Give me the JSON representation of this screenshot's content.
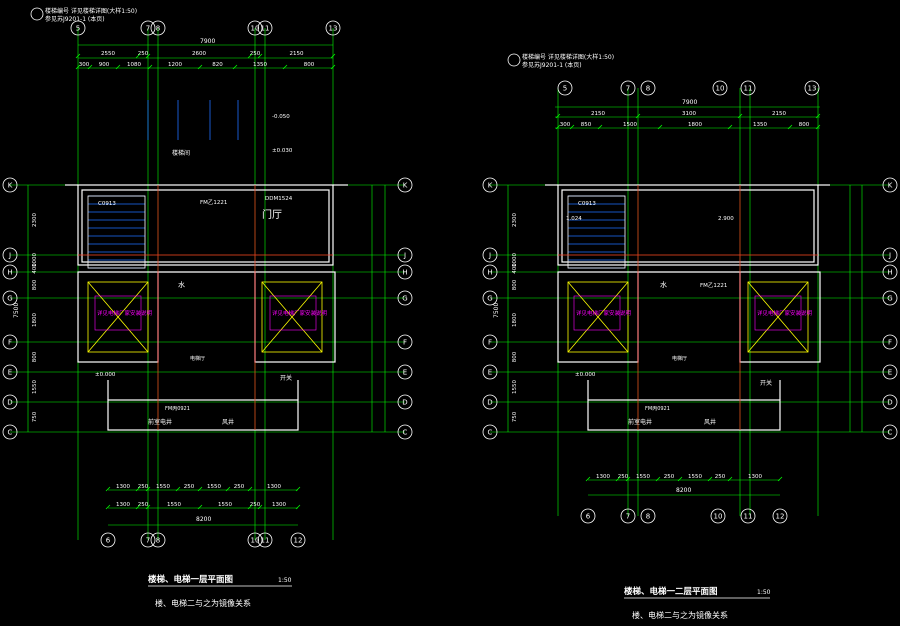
{
  "colors": {
    "background": "#000000",
    "axis": "#00ff00",
    "dim": "#ffffff",
    "wall": "#ffffff",
    "stairs": "#1e6fff",
    "accent": "#00ffff",
    "red": "#ff2020",
    "magenta": "#ff00ff",
    "yellow": "#ffff00"
  },
  "left": {
    "note1": "楼梯编号  详见楼梯详图(大样1:50)",
    "note2": "参见苏J9201-1 (本页)",
    "top_axes": [
      "5",
      "7",
      "8",
      "10",
      "11",
      "13"
    ],
    "bottom_axes": [
      "6",
      "7",
      "8",
      "10",
      "11",
      "12"
    ],
    "side_axes": [
      "K",
      "J",
      "H",
      "G",
      "F",
      "E",
      "D",
      "C"
    ],
    "total_top": "7900",
    "total_bottom": "8200",
    "dims_top_1": [
      "2550",
      "250",
      "2600",
      "250",
      "2150"
    ],
    "dims_top_2": [
      "300",
      "900",
      "1080",
      "1200",
      "820",
      "1350",
      "800"
    ],
    "dims_bottom_1": [
      "1300",
      "250",
      "1550",
      "250",
      "1550",
      "250",
      "1300"
    ],
    "dims_bottom_2": [
      "1300",
      "250",
      "1550",
      "1550",
      "250",
      "1300"
    ],
    "side_dims": [
      "2300",
      "1000",
      "400",
      "800",
      "1800",
      "800",
      "1550",
      "750"
    ],
    "side_total": "7500",
    "labels": {
      "hall": "门厅",
      "stair_room": "楼梯间",
      "water": "水",
      "door1": "FM乙1221",
      "door2": "DDM1524",
      "window": "C0913",
      "elev_note_l": "详见电梯厂家安装说明",
      "elev_note_r": "详见电梯厂家安装说明",
      "lobby": "电梯厅",
      "flat": "±0.000",
      "shaft1": "前室电井",
      "shaft2": "风井",
      "opening": "开关",
      "window2": "FM丙0921",
      "lvl_a": "-0.050",
      "lvl_b": "±0.030"
    },
    "title": "楼梯、电梯一层平面图",
    "scale": "1:50",
    "subtitle": "楼、电梯二与之为镜像关系"
  },
  "right": {
    "note1": "楼梯编号 详见楼梯详图(大样1:50)",
    "note2": "参见苏J9201-1 (本页)",
    "top_axes": [
      "5",
      "7",
      "8",
      "10",
      "11",
      "13"
    ],
    "bottom_axes": [
      "6",
      "7",
      "8",
      "10",
      "11",
      "12"
    ],
    "side_axes": [
      "K",
      "J",
      "H",
      "G",
      "F",
      "E",
      "D",
      "C"
    ],
    "total_top": "7900",
    "total_bottom": "8200",
    "dims_top_1": [
      "2150",
      "3100",
      "2150"
    ],
    "dims_top_2": [
      "300",
      "850",
      "1500",
      "1800",
      "1350",
      "800"
    ],
    "dims_bottom_1": [
      "1300",
      "250",
      "1550",
      "250",
      "1550",
      "250",
      "1300"
    ],
    "side_dims": [
      "2300",
      "1000",
      "400",
      "800",
      "1800",
      "800",
      "1550",
      "750"
    ],
    "side_total": "7500",
    "labels": {
      "water": "水",
      "door1": "FM乙1221",
      "window": "C0913",
      "elev_note_l": "详见电梯厂家安装说明",
      "elev_note_r": "详见电梯厂家安装说明",
      "lobby": "电梯厅",
      "flat": "±0.000",
      "shaft1": "前室电井",
      "shaft2": "风井",
      "opening": "开关",
      "window2": "FM丙0921",
      "lvl_a": "2.900",
      "lvl_b": "1.024"
    },
    "title": "楼梯、电梯一二层平面图",
    "scale": "1:50",
    "subtitle": "楼、电梯二与之为镜像关系"
  }
}
